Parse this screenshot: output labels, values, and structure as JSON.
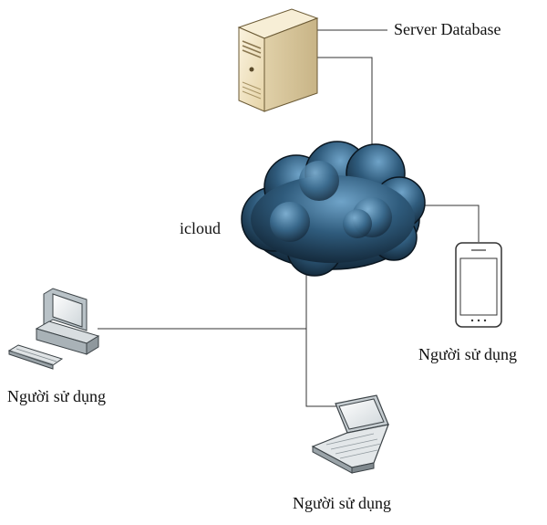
{
  "nodes": {
    "server": {
      "label": "Server Database",
      "icon": "server-tower-icon"
    },
    "cloud": {
      "label": "icloud",
      "icon": "cloud-icon"
    },
    "phone_user": {
      "label": "Người sử dụng",
      "icon": "smartphone-icon"
    },
    "desktop_user": {
      "label": "Người sử dụng",
      "icon": "desktop-computer-icon"
    },
    "laptop_user": {
      "label": "Người sử dụng",
      "icon": "laptop-icon"
    }
  },
  "connections": [
    {
      "from": "server",
      "to": "cloud"
    },
    {
      "from": "cloud",
      "to": "phone_user"
    },
    {
      "from": "cloud",
      "to": "desktop_user"
    },
    {
      "from": "cloud",
      "to": "laptop_user"
    }
  ],
  "colors": {
    "line": "#333333",
    "cloud_dark": "#0d1d2b",
    "cloud_light": "#6fa3c8",
    "server_body": "#f3e6c4",
    "device_gray": "#9aa3a8"
  }
}
